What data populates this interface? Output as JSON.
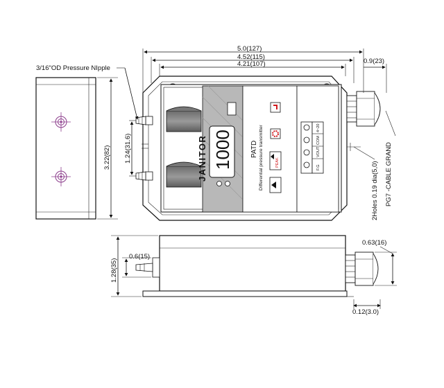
{
  "labels": {
    "nipple": "3/16\"OD Pressure NIpple",
    "width_overall": "5.0(127)",
    "width_mid": "4.52(115)",
    "width_inner": "4.21(107)",
    "gland_ext": "0.9(23)",
    "height_overall": "3.22(82)",
    "port_spacing": "1.24(31.6)",
    "holes": "2Holes 0.19 dia(5,0)",
    "cable": "PG7 -CABLE GRAND",
    "side_height": "1.28(35)",
    "nipple_height": "0.6(15)",
    "gland_height": "0.63(16)",
    "foot": "0.12(3.0)"
  },
  "device": {
    "brand": "JANITOR",
    "display_value": "1000",
    "model": "PATD",
    "description": "Differential pressure transmitter",
    "peak_label": "PEAK",
    "terminals": [
      "4~20",
      "COM",
      "VOUT",
      "F.G"
    ]
  },
  "colors": {
    "accent_red": "#d0181c",
    "crosshair": "#8a3a8a",
    "panel_gray": "#b8b8b8"
  },
  "icons": [
    "vent-icon",
    "settings-icon",
    "peak-arrow-icon",
    "down-arrow-icon"
  ]
}
